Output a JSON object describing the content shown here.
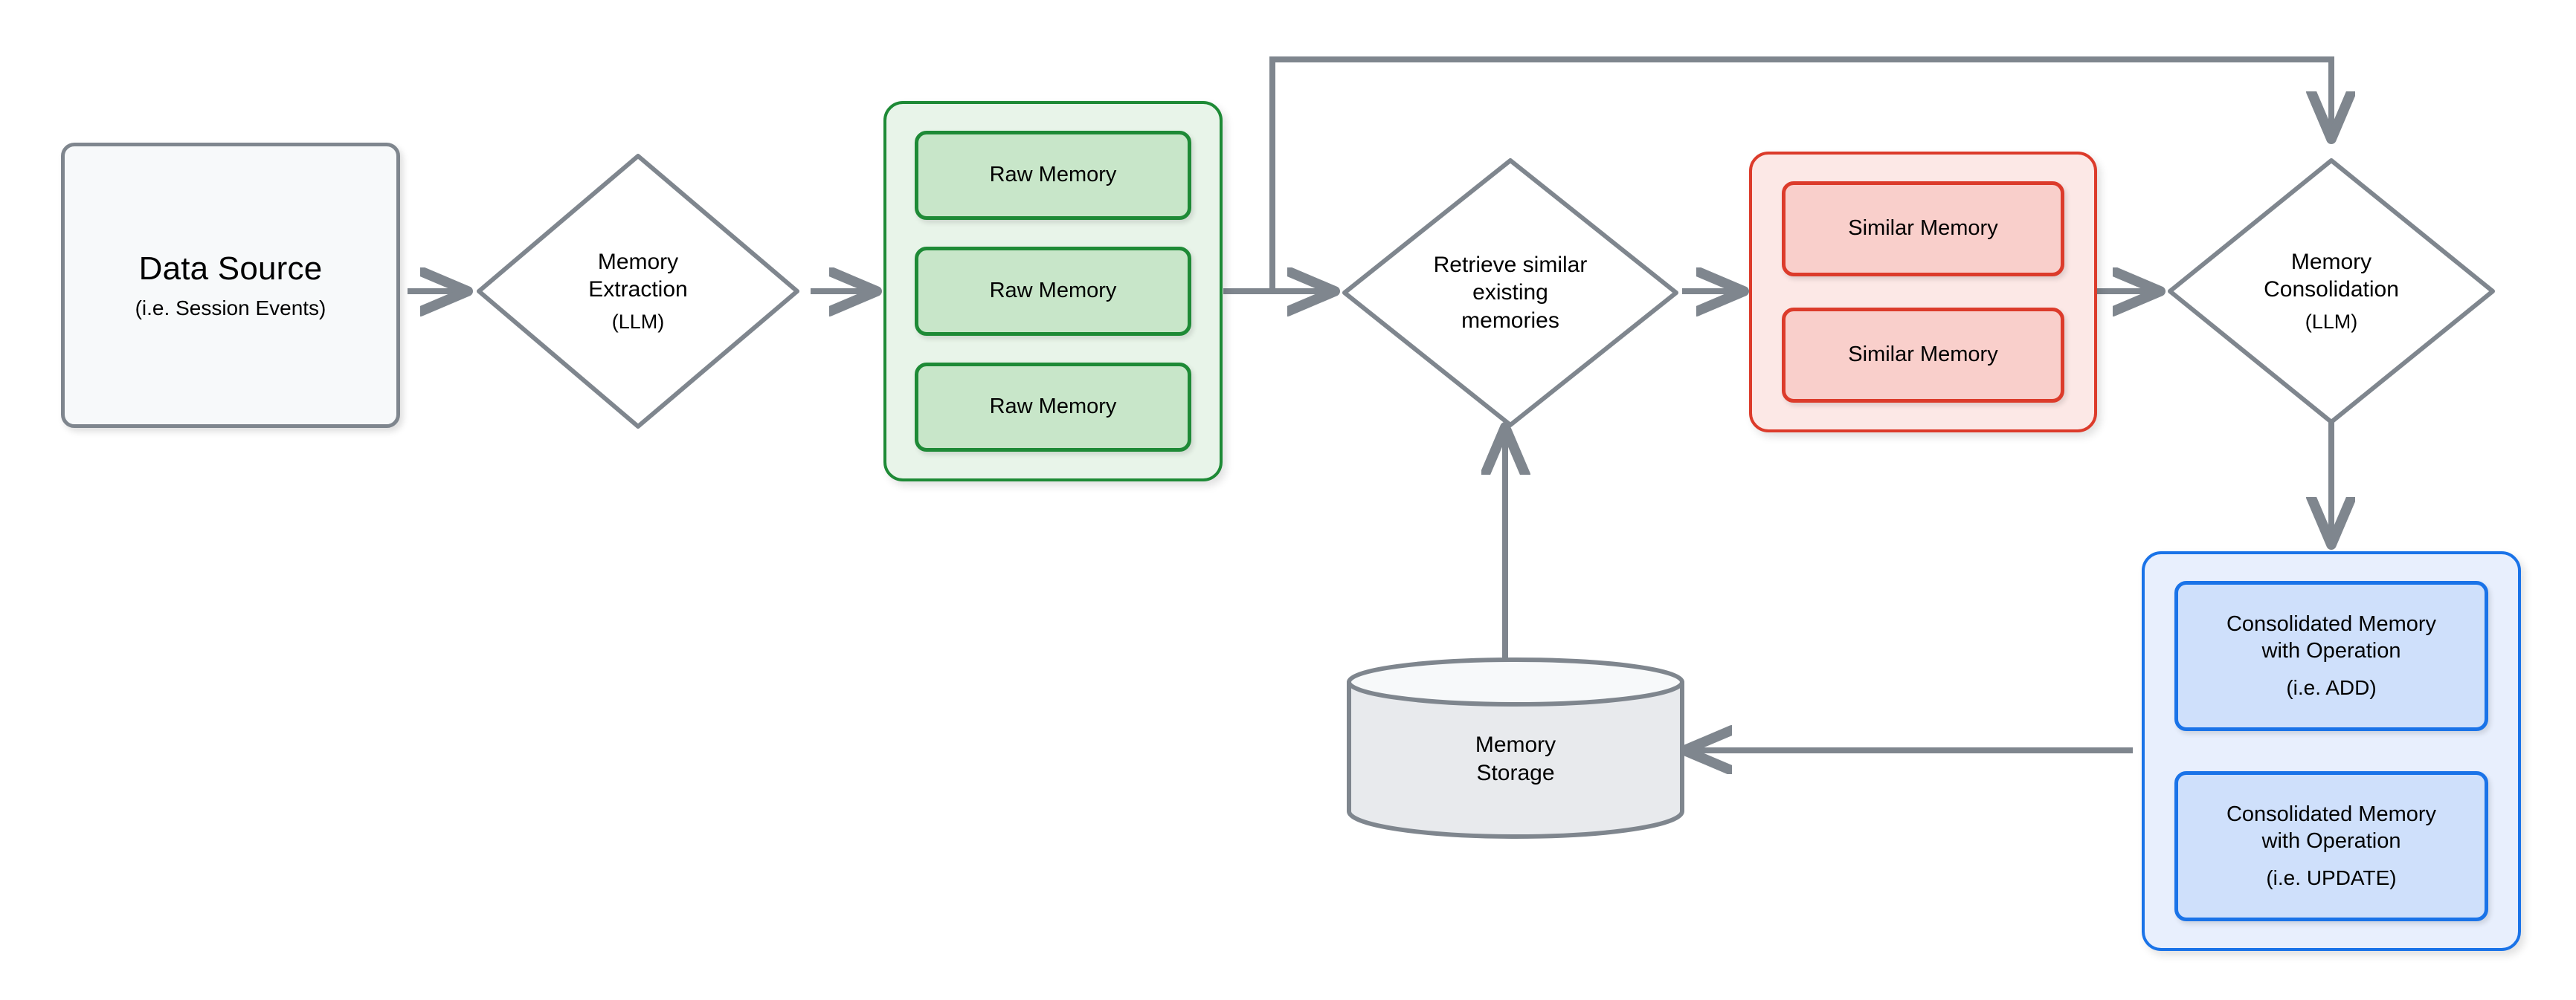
{
  "diagram": {
    "title": "Memory pipeline flow diagram",
    "colors": {
      "edge": "#7f868e",
      "neutral_border": "#7f868e",
      "neutral_fill": "#f7f9fa",
      "green_border": "#1e8a36",
      "green_group_fill": "#e8f4e9",
      "green_chip_fill": "#c8e6c9",
      "red_border": "#dc3b2b",
      "red_group_fill": "#fce8e6",
      "red_chip_fill": "#f9cfcb",
      "blue_border": "#1a73e8",
      "blue_group_fill": "#e8effd",
      "blue_chip_fill": "#cfe0fb",
      "cylinder_fill": "#e8eaed"
    },
    "nodes": {
      "data_source": {
        "title": "Data Source",
        "subtitle": "(i.e. Session Events)"
      },
      "memory_extraction": {
        "line1": "Memory",
        "line2": "Extraction",
        "line3": "(LLM)"
      },
      "raw_memory_group": {
        "items": [
          {
            "label": "Raw Memory"
          },
          {
            "label": "Raw Memory"
          },
          {
            "label": "Raw Memory"
          }
        ]
      },
      "retrieve_similar": {
        "line1": "Retrieve similar",
        "line2": "existing",
        "line3": "memories"
      },
      "similar_memory_group": {
        "items": [
          {
            "label": "Similar Memory"
          },
          {
            "label": "Similar Memory"
          }
        ]
      },
      "memory_consolidation": {
        "line1": "Memory",
        "line2": "Consolidation",
        "line3": "(LLM)"
      },
      "consolidated_group": {
        "items": [
          {
            "label": "Consolidated Memory\nwith Operation",
            "line1": "Consolidated Memory",
            "line2": "with Operation",
            "operation": "(i.e. ADD)"
          },
          {
            "label": "Consolidated Memory\nwith Operation",
            "line1": "Consolidated Memory",
            "line2": "with Operation",
            "operation": "(i.e. UPDATE)"
          }
        ]
      },
      "memory_storage": {
        "line1": "Memory",
        "line2": "Storage"
      }
    },
    "edges": [
      {
        "name": "data-source-to-memory-extraction",
        "from": "data_source",
        "to": "memory_extraction",
        "arrow": "right"
      },
      {
        "name": "memory-extraction-to-raw-memory",
        "from": "memory_extraction",
        "to": "raw_memory_group",
        "arrow": "right"
      },
      {
        "name": "raw-memory-to-retrieve",
        "from": "raw_memory_group",
        "to": "retrieve_similar",
        "arrow": "right"
      },
      {
        "name": "raw-memory-to-consolidation-feedback",
        "from": "raw_memory_group",
        "to": "memory_consolidation",
        "arrow": "down"
      },
      {
        "name": "retrieve-to-similar-memory",
        "from": "retrieve_similar",
        "to": "similar_memory_group",
        "arrow": "right"
      },
      {
        "name": "similar-memory-to-consolidation",
        "from": "similar_memory_group",
        "to": "memory_consolidation",
        "arrow": "right"
      },
      {
        "name": "consolidation-to-consolidated-group",
        "from": "memory_consolidation",
        "to": "consolidated_group",
        "arrow": "down"
      },
      {
        "name": "consolidated-group-to-storage",
        "from": "consolidated_group",
        "to": "memory_storage",
        "arrow": "left"
      },
      {
        "name": "storage-to-retrieve",
        "from": "memory_storage",
        "to": "retrieve_similar",
        "arrow": "up"
      }
    ]
  }
}
